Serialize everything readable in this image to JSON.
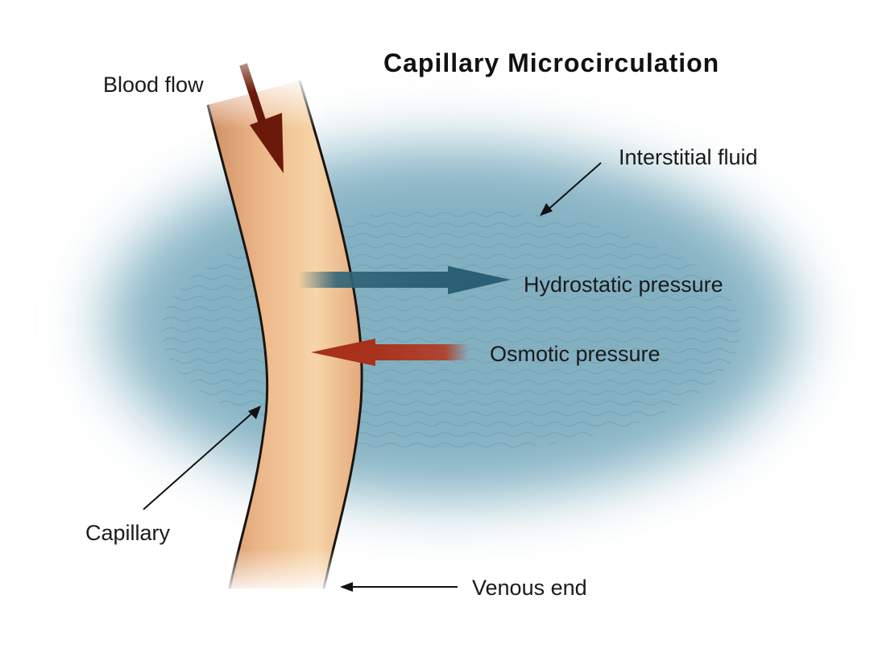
{
  "title": "Capillary Microcirculation",
  "labels": {
    "blood_flow": "Blood flow",
    "interstitial_fluid": "Interstitial fluid",
    "hydrostatic_pressure": "Hydrostatic pressure",
    "osmotic_pressure": "Osmotic pressure",
    "capillary": "Capillary",
    "venous_end": "Venous end"
  },
  "colors": {
    "interstitial_fluid": "#8fb9c9",
    "capillary_wall": "#d9a074",
    "capillary_core": "#f6d3a6",
    "blood_flow_arrow": "#6b1a0a",
    "hydrostatic_arrow": "#2f6478",
    "osmotic_arrow": "#a8311b"
  }
}
